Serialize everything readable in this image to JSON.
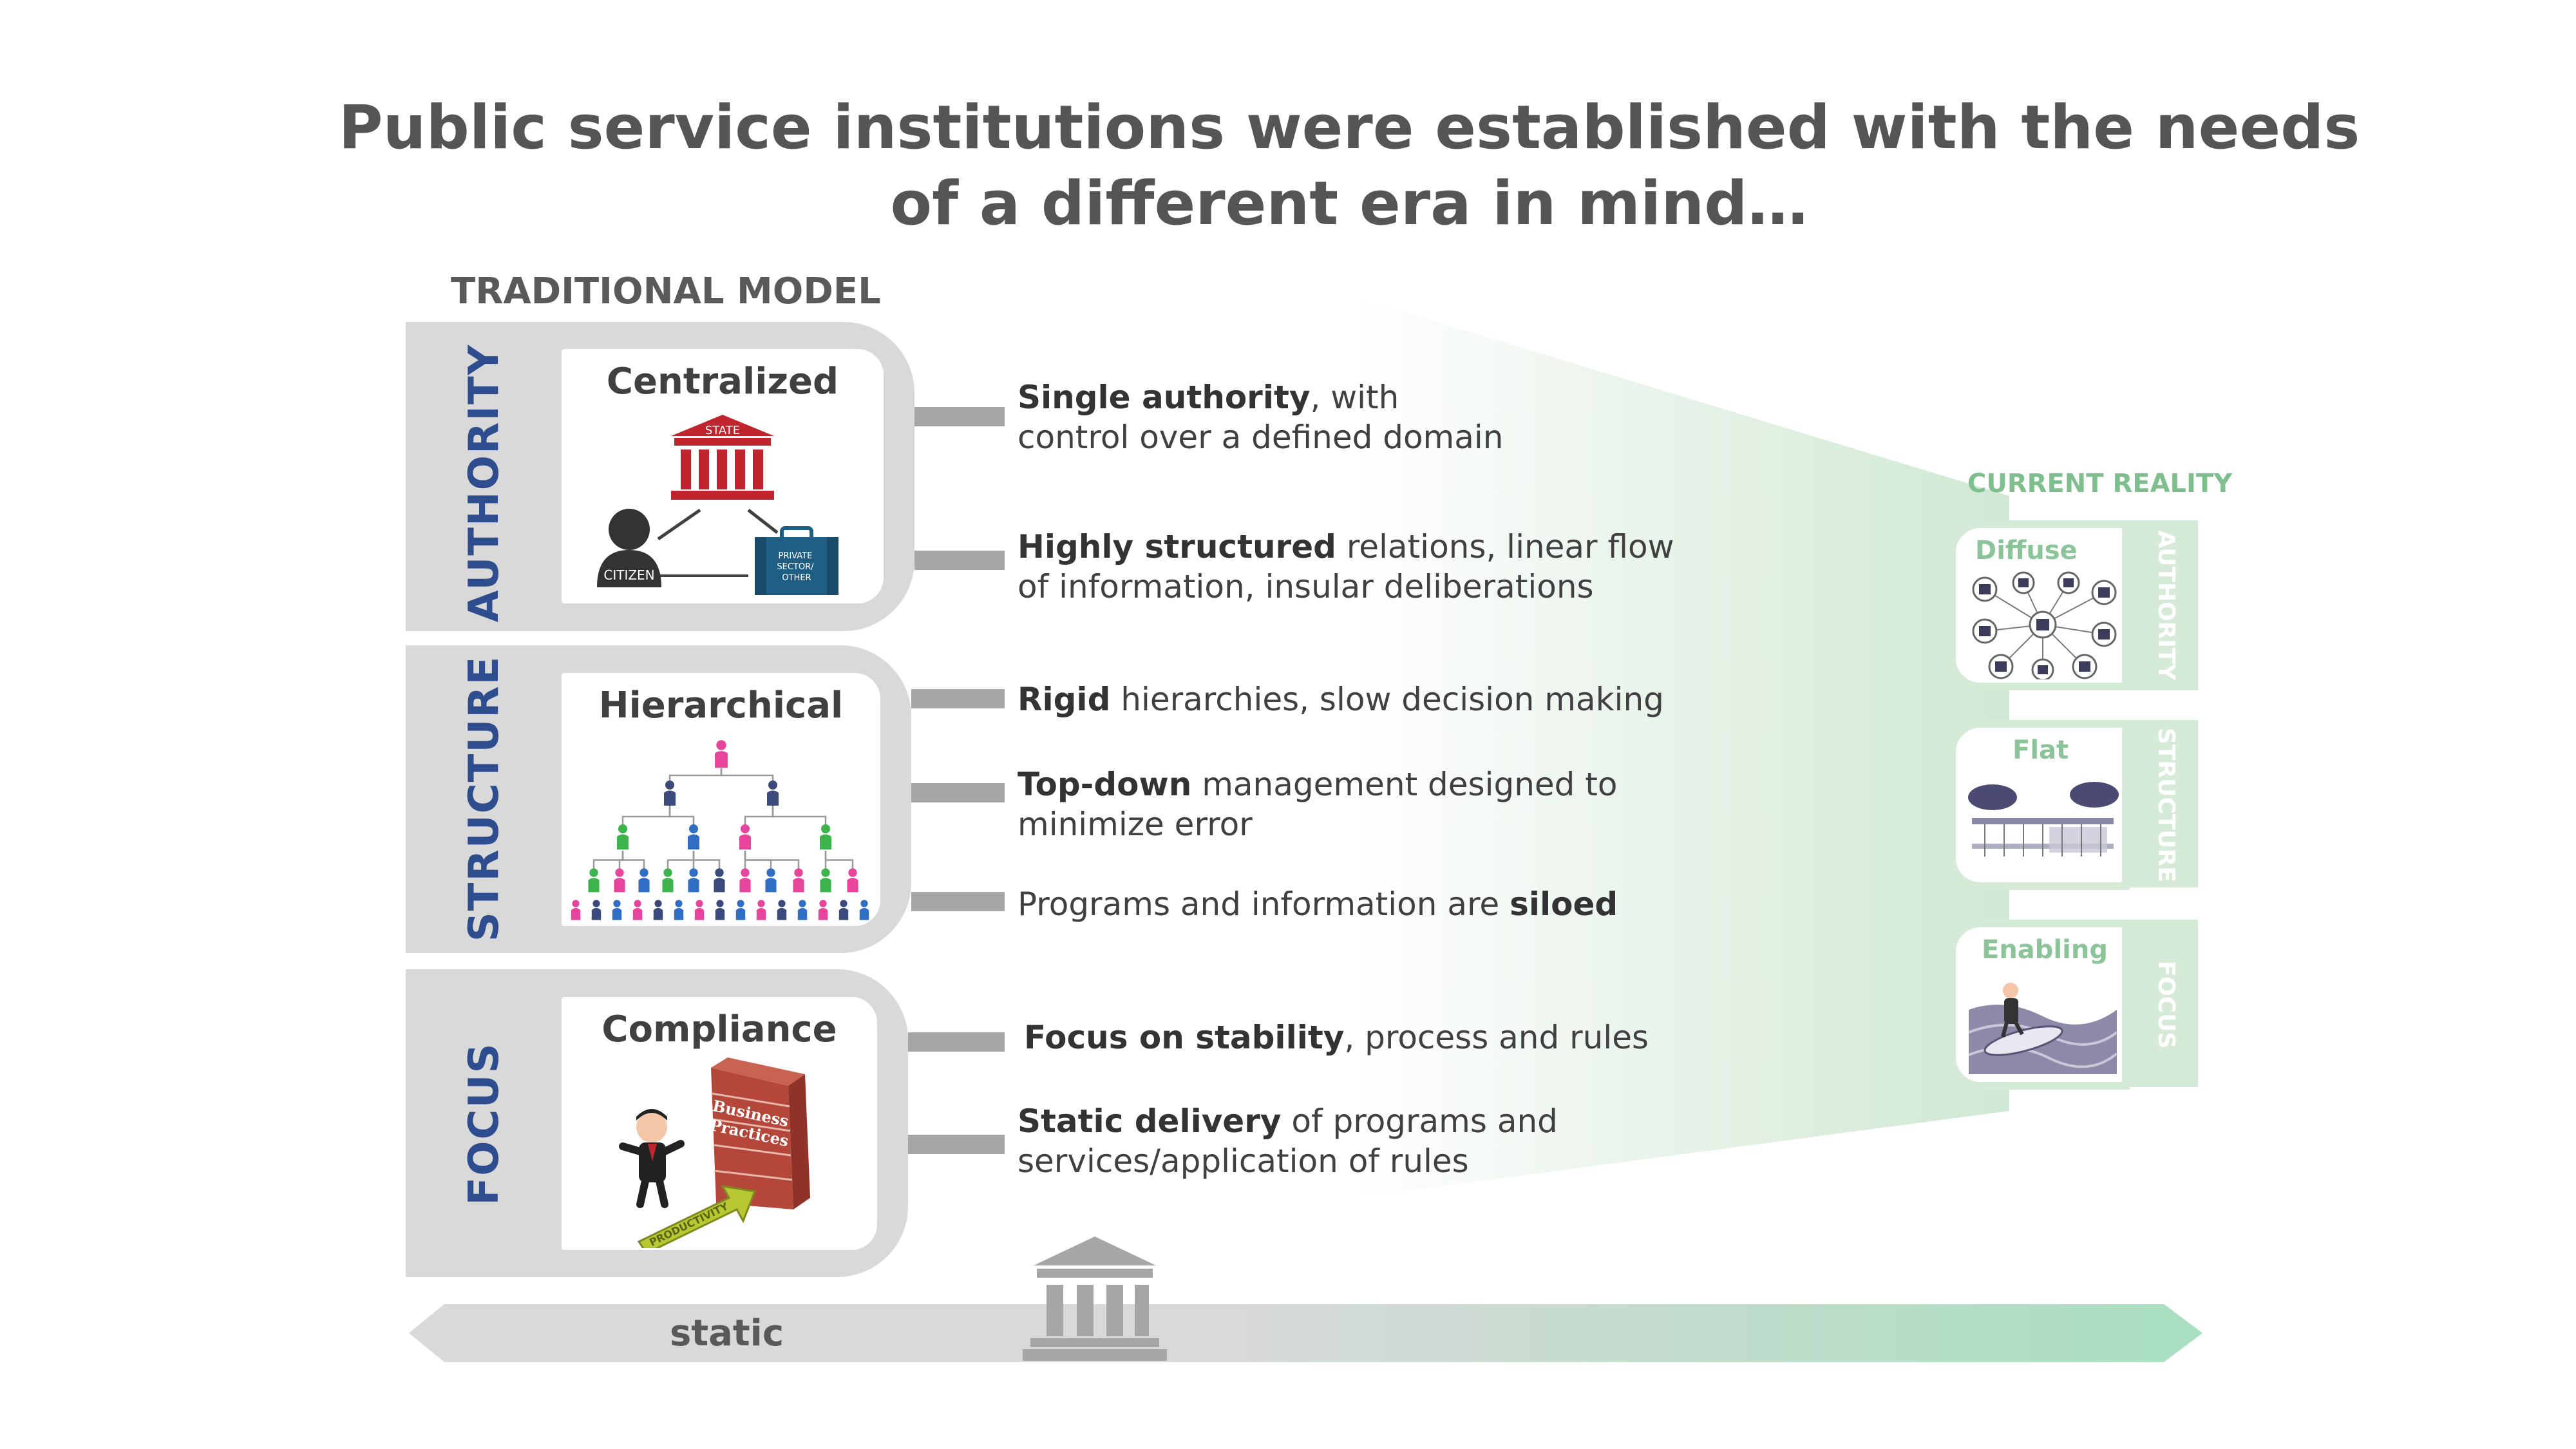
{
  "title": "Public service institutions were established with the needs of a different era in mind…",
  "traditional_model": {
    "label": "TRADITIONAL MODEL",
    "rows": [
      {
        "category": "AUTHORITY",
        "card_title": "Centralized",
        "icon_labels": [
          "STATE",
          "CITIZEN",
          "PRIVATE SECTOR/ OTHER"
        ],
        "descriptions": [
          {
            "bold": "Single authority",
            "rest_line1": ", with",
            "line2": "control over a defined domain"
          },
          {
            "bold": "Highly structured",
            "rest_line1": " relations, linear flow",
            "line2": "of information, insular deliberations"
          }
        ]
      },
      {
        "category": "STRUCTURE",
        "card_title": "Hierarchical",
        "descriptions": [
          {
            "bold": "Rigid",
            "rest_line1": " hierarchies, slow decision making",
            "line2": ""
          },
          {
            "bold": "Top-down",
            "rest_line1": " management designed to",
            "line2": "minimize error"
          },
          {
            "prefix": "Programs and information are ",
            "bold": "siloed"
          }
        ]
      },
      {
        "category": "FOCUS",
        "card_title": "Compliance",
        "icon_labels": [
          "Business Practices",
          "PRODUCTIVITY"
        ],
        "descriptions": [
          {
            "bold": "Focus on stability",
            "rest_line1": ", process and rules",
            "line2": ""
          },
          {
            "bold": "Static delivery",
            "rest_line1": " of programs and",
            "line2": "services/application of rules"
          }
        ]
      }
    ]
  },
  "current_reality": {
    "label": "CURRENT REALITY",
    "cards": [
      {
        "title": "Diffuse",
        "category": "AUTHORITY"
      },
      {
        "title": "Flat",
        "category": "STRUCTURE"
      },
      {
        "title": "Enabling",
        "category": "FOCUS"
      }
    ]
  },
  "arrow": {
    "label": "static"
  },
  "colors": {
    "band": "#d9d9d9",
    "category_text": "#2e4d8f",
    "reality_green": "#d6ead8",
    "reality_text": "#8cc49a",
    "arrow_grey": "#d9d9d9",
    "arrow_green": "#a8dfc0",
    "state_red": "#c0252d",
    "briefcase_blue": "#1f5f85"
  }
}
